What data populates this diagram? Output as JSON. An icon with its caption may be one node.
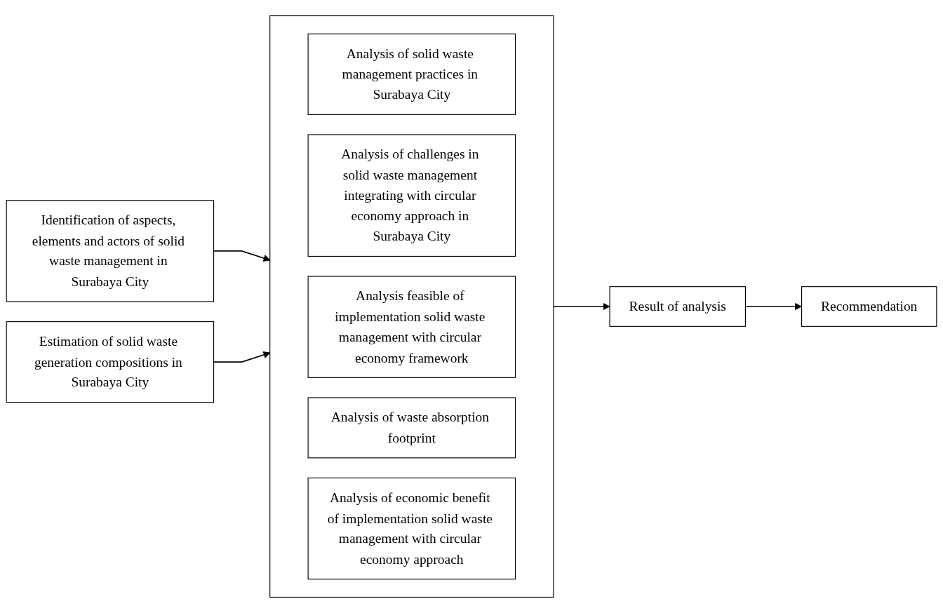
{
  "diagram": {
    "nodes": [
      {
        "text": [
          "Identification of aspects, elements and actors of solid waste management in Surabaya City"
        ]
      },
      {
        "text": [
          "Estimation of solid waste generation compositions in Surabaya City"
        ]
      },
      {
        "text": [],
        "shape": "box"
      },
      {
        "text": [
          "Analysis of solid waste management practices in Surabaya City"
        ],
        "in": 2
      },
      {
        "text": [
          "Analysis of challenges in solid waste management integrating with circular economy approach in Surabaya City"
        ],
        "in": 2
      },
      {
        "text": [
          "Analysis feasible of implementation solid waste management with circular economy framework"
        ],
        "in": 2
      },
      {
        "text": [
          "Analysis of waste absorption footprint"
        ],
        "in": 2
      },
      {
        "text": [
          "Analysis of economic benefit of implementation solid waste management with circular economy approach"
        ],
        "in": 2
      },
      {
        "text": [
          "Result of analysis"
        ]
      },
      {
        "text": [
          "Recommendation"
        ]
      }
    ],
    "edges": [
      {
        "from": 0,
        "to": 2,
        "arrow": "to"
      },
      {
        "from": 1,
        "to": 2,
        "arrow": "to"
      },
      {
        "from": 2,
        "to": 8,
        "arrow": "to"
      },
      {
        "from": 8,
        "to": 9,
        "arrow": "to"
      }
    ]
  }
}
